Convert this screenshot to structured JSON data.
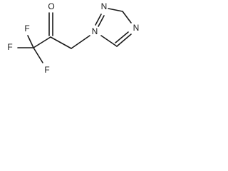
{
  "molecule": {
    "atoms": {
      "f_top": "F",
      "f_left": "F",
      "f_bottom": "F",
      "o_carbonyl": "O",
      "n_triazole_1": "N",
      "n_triazole_2": "N",
      "n_triazole_4": "N"
    },
    "colors": {
      "bond": "#1a1a1a",
      "label": "#1a1a1a",
      "background": "#ffffff"
    }
  }
}
